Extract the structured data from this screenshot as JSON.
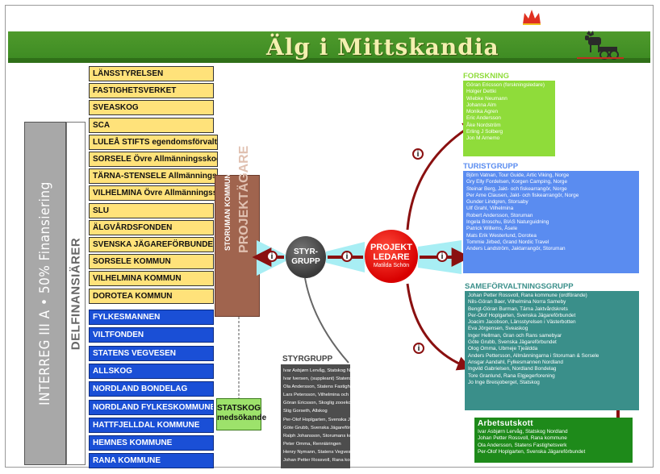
{
  "title": "Älg i Mittskandia",
  "left_vertical": {
    "interreg": "INTERREG III A • 50% Finansiering",
    "delfinansiarer": "DELFINANSIÄRER"
  },
  "center_vertical": {
    "kommun": "STORUMAN KOMMUN",
    "projektagare": "PROJEKTÄGARE"
  },
  "financiers_yellow": [
    "LÄNSSTYRELSEN",
    "FASTIGHETSVERKET",
    "SVEASKOG",
    "SCA",
    "LULEÅ STIFTS egendomsförvaltning",
    "SORSELE Övre Allmänningsskog",
    "TÄRNA-STENSELE Allmänningsskog",
    "VILHELMINA Övre Allmänningsskog",
    "SLU",
    "ÄLGVÅRDSFONDEN",
    "SVENSKA JÄGAREFÖRBUNDET",
    "SORSELE KOMMUN",
    "VILHELMINA KOMMUN",
    "DOROTEA KOMMUN"
  ],
  "financiers_blue": [
    "FYLKESMANNEN",
    "VILTFONDEN",
    "STATENS VEGVESEN",
    "ALLSKOG",
    "NORDLAND BONDELAG",
    "NORDLAND FYLKESKOMMUNE",
    "HATTFJELLDAL KOMMUNE",
    "HEMNES KOMMUNE",
    "RANA KOMMUNE"
  ],
  "statskog": {
    "line1": "STATSKOG",
    "line2": "medsökande"
  },
  "styrgrupp_node": {
    "line1": "STYR-",
    "line2": "GRUPP"
  },
  "projektledare": {
    "line1": "PROJEKT",
    "line2": "LEDARE",
    "name": "Matilda Schön"
  },
  "info_symbol": "i",
  "forskning": {
    "header": "FORSKNING",
    "members": [
      "Göran Ericsson (forskningsledare)",
      "Holger Dettki",
      "Wiebke Neumann",
      "Johanna Alm",
      "Monika Agren",
      "Eric Andersson",
      "Åke Nordström",
      "Erling J Solberg",
      "Jon M Arnemo"
    ]
  },
  "turistgrupp": {
    "header": "TURISTGRUPP",
    "members": [
      "Björn Vatnan, Tour Guide, Artic Viking, Norge",
      "Gry Elly Fordelsen, Korgen Camping, Norge",
      "Steinar Berg, Jakt- och fiskearrangör, Norge",
      "Per Arne Clausen, Jakt- och fiskearrangör, Norge",
      "Gunder Lindgren, Storsaby",
      "Ulf Grahl, Vilhelmina",
      "Robert Andersson, Storuman",
      "Ingela Broschu, BIAS Naturguidning",
      "Patrick Willems, Åsele",
      "Mats Erik Westerlund, Dorotea",
      "Tommie Jirbed, Grand Nordic Travel",
      "Anders Landström, Jaktarrangör, Storuman"
    ]
  },
  "sameforvaltning": {
    "header": "SAMEFÖRVALTNINGSGRUPP",
    "members": [
      "Johan Petter Rossvoll, Rana kommune (ordförande)",
      "Nils-Göran Baer, Vilhelmina Norra Sameby",
      "Bengt-Göran Burman, Tärna Jaktvårdskrets",
      "Per-Olof Hoplgarten, Svenska Jägareförbundet",
      "Joacim Jacobson, Länsstyrelsen i Västerbotten",
      "Eva Jörgensen, Sveaskog",
      "Inger Hellman, Gran och Rans samebyar",
      "Göte Grubb, Svenska Jägareförbundet",
      "Olog Omma, Ubmeje Tjeäldda",
      "Anders Pettersson, Allmänningarna i Storuman & Sorsele",
      "Ansgar Aandahl, Fylkesmannen Nordland",
      "Ingvild Gabrielsen, Nordland Bondelag",
      "Tore Granlund, Rana Elgjegerforening",
      "Jo Inge Breisjoberget, Statskog"
    ]
  },
  "arbetsutskott": {
    "header": "Arbetsutskott",
    "members": [
      "Ivar Asbjørn Lervåg, Statskog Nordland",
      "Johan Petter Rossvoll, Rana kommune",
      "Ola Andersson, Statens Fastighetsverk",
      "Per-Olof Hoplgarten, Svenska Jägareförbundet"
    ]
  },
  "styrgrupp": {
    "header": "STYRGRUPP",
    "members": [
      "Ivar Asbjørn Lervåg, Statskog Nordland (ordf)",
      "Ivar Iversen, (suppleant) Statens Vegvesen",
      "Ola Andersson, Statens Fastighetsverk",
      "Lars Petersson, Vilhelmina och Dorotea kommuner",
      "Göran Ericsson, Skoglig zooekologi, SLU",
      "Stig Gorseth, Allskog",
      "Per-Olof Hoplgarten, Svenska Jägareförbundet",
      "Göte Grubb, Svenska Jägareförbundet",
      "Ralph Johansson, Storumans kommun",
      "Peter Omma, Renniäringen",
      "Henry Nymann, Statens Vegvesen",
      "Johan Petter Rossvoll, Rana kommune"
    ]
  },
  "colors": {
    "banner": "#3c8a22",
    "yellow": "#ffe27a",
    "blue": "#1a4fd6",
    "forskning": "#8fdc3a",
    "turist": "#5a8cf0",
    "same": "#3a8f8a",
    "arbetsutskott": "#1e8a1a",
    "projektledare": "#d80000",
    "arrow": "#8a1010"
  }
}
